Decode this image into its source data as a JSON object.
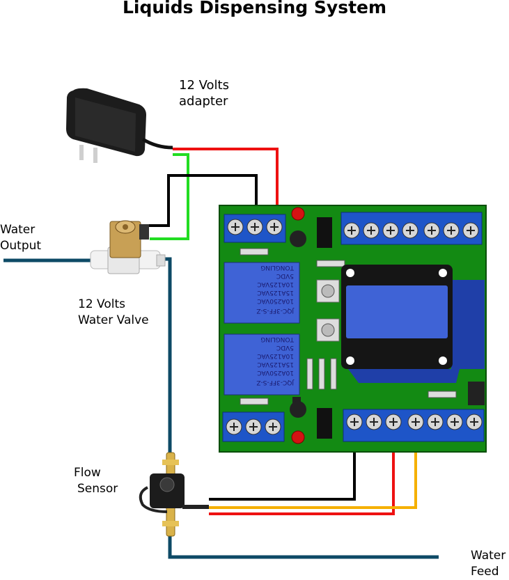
{
  "title": "Liquids Dispensing System",
  "labels": {
    "adapter_line1": "12 Volts",
    "adapter_line2": "adapter",
    "water_output_line1": "Water",
    "water_output_line2": "Output",
    "valve_line1": "12 Volts",
    "valve_line2": "Water Valve",
    "flow_line1": "Flow",
    "flow_line2": "Sensor",
    "water_feed_line1": "Water",
    "water_feed_line2": "Feed"
  },
  "relay": {
    "brand": "TONGLING",
    "model": "JQC-3FF-S-Z",
    "rating1": "10A250VAC",
    "rating2": "15A125VAC",
    "rating3": "10A125VAC",
    "coil": "5VDC"
  },
  "colors": {
    "board": "#138a13",
    "terminal": "#1e55c8",
    "pipe": "#0d4a66",
    "wire_red": "#ee1111",
    "wire_black": "#000000",
    "wire_green": "#22dd22",
    "wire_yellow": "#f5b000",
    "lcd": "#3f63d6"
  }
}
